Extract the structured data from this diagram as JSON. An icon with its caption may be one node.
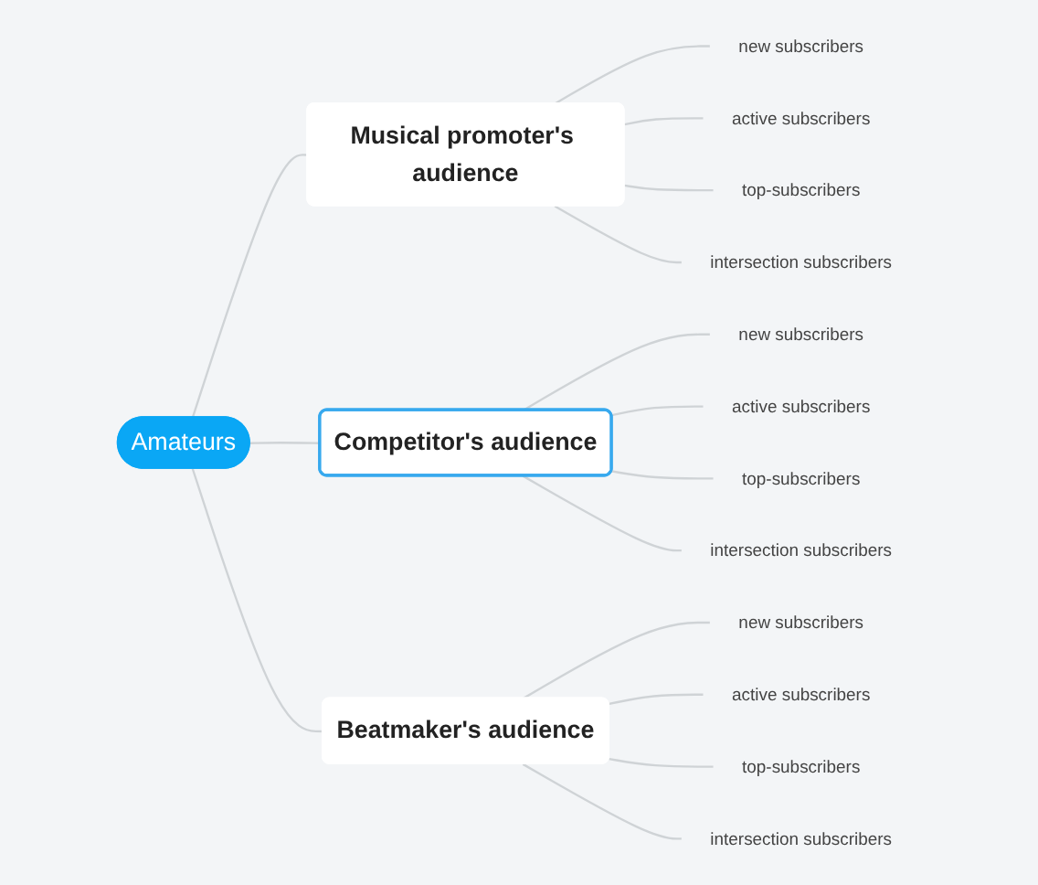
{
  "diagram": {
    "nodes": [
      {
        "text": [
          "Amateurs"
        ]
      },
      {
        "text": [
          "Musical promoter's audience"
        ]
      },
      {
        "text": [
          "new subscribers"
        ]
      },
      {
        "text": [
          "active subscribers"
        ]
      },
      {
        "text": [
          "top-subscribers"
        ]
      },
      {
        "text": [
          "intersection subscribers"
        ]
      },
      {
        "text": [
          "Competitor's audience"
        ]
      },
      {
        "text": [
          "new subscribers"
        ]
      },
      {
        "text": [
          "active subscribers"
        ]
      },
      {
        "text": [
          "top-subscribers"
        ]
      },
      {
        "text": [
          "intersection subscribers"
        ]
      },
      {
        "text": [
          "Beatmaker's audience"
        ]
      },
      {
        "text": [
          "new subscribers"
        ]
      },
      {
        "text": [
          "active subscribers"
        ]
      },
      {
        "text": [
          "top-subscribers"
        ]
      },
      {
        "text": [
          "intersection subscribers"
        ]
      }
    ],
    "edges": [
      {
        "from": 0,
        "to": 1,
        "arrow": "none"
      },
      {
        "from": 1,
        "to": 2,
        "arrow": "none"
      },
      {
        "from": 1,
        "to": 3,
        "arrow": "none"
      },
      {
        "from": 1,
        "to": 4,
        "arrow": "none"
      },
      {
        "from": 1,
        "to": 5,
        "arrow": "none"
      },
      {
        "from": 0,
        "to": 6,
        "arrow": "none"
      },
      {
        "from": 6,
        "to": 7,
        "arrow": "none"
      },
      {
        "from": 6,
        "to": 8,
        "arrow": "none"
      },
      {
        "from": 6,
        "to": 9,
        "arrow": "none"
      },
      {
        "from": 6,
        "to": 10,
        "arrow": "none"
      },
      {
        "from": 0,
        "to": 11,
        "arrow": "none"
      },
      {
        "from": 11,
        "to": 12,
        "arrow": "none"
      },
      {
        "from": 11,
        "to": 13,
        "arrow": "none"
      },
      {
        "from": 11,
        "to": 14,
        "arrow": "none"
      },
      {
        "from": 11,
        "to": 15,
        "arrow": "none"
      }
    ]
  }
}
